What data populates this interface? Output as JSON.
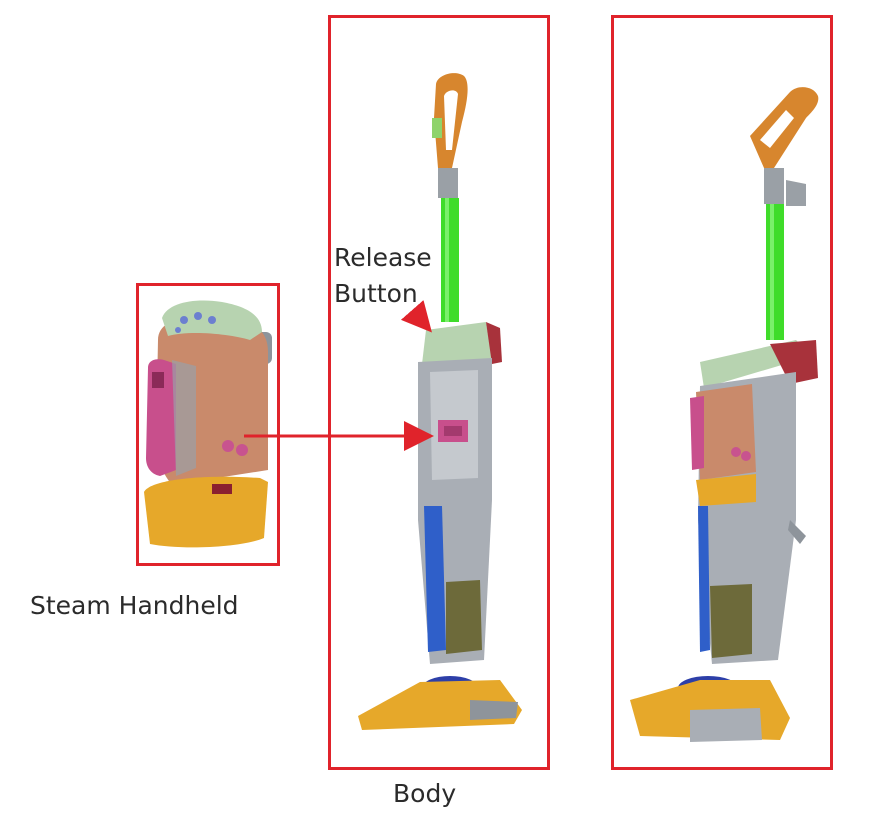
{
  "labels": {
    "steam_handheld": "Steam Handheld",
    "body": "Body",
    "release_button_line1": "Release",
    "release_button_line2": "Button"
  },
  "colors": {
    "frame": "#e0232b",
    "arrow": "#e0232b",
    "handle_orange": "#d7862e",
    "handle_grey": "#9aa0a6",
    "shaft_green": "#3fdc2a",
    "body_grey": "#a9aeb5",
    "tank_brown": "#c98a6b",
    "pink": "#c84f8c",
    "yellow": "#e6a82a",
    "blue": "#2f5fc9",
    "olive": "#6d6a3a",
    "mint": "#b7d3b0",
    "maroon": "#a8323b"
  }
}
